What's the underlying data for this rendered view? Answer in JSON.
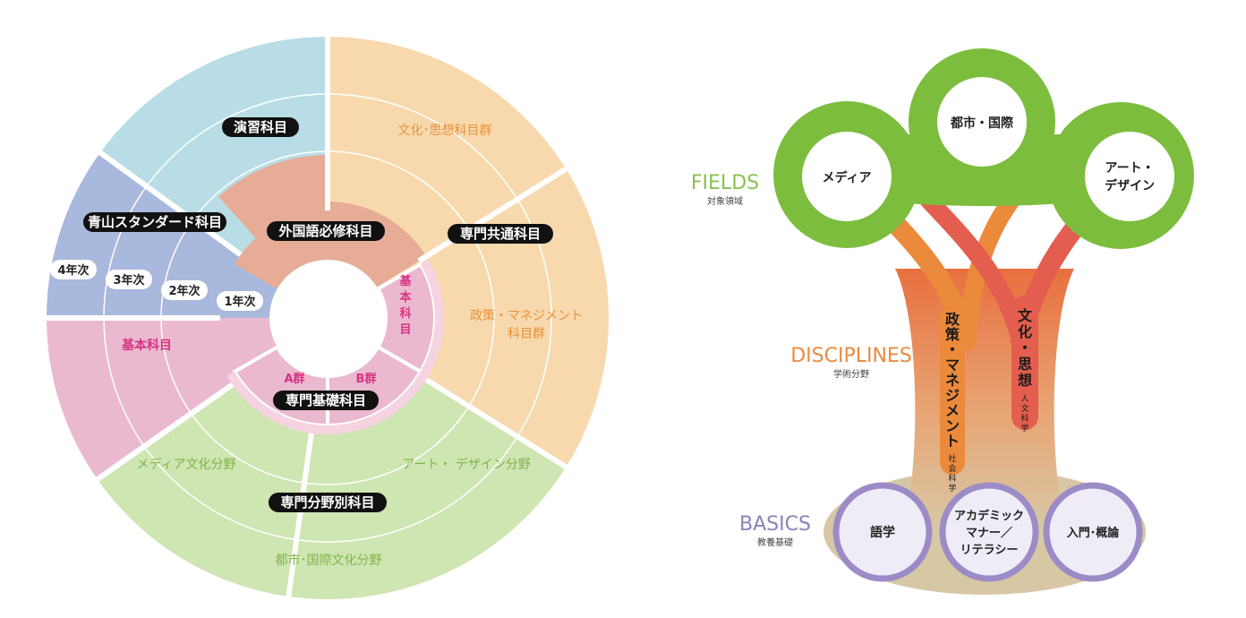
{
  "wheel": {
    "center_labels": {
      "gaikokugo": "外国語必修科目",
      "kihon_inner": "基本科目",
      "a_group": "A群",
      "b_group": "B群",
      "senmon_kiso": "専門基礎科目"
    },
    "ring_years": [
      "1年次",
      "2年次",
      "3年次",
      "4年次"
    ],
    "sectors": {
      "enshu": "演習科目",
      "aoyama": "青山スタンダード科目",
      "kihon": "基本科目",
      "bunka_shiso": "文化･思想科目群",
      "senmon_kyotsu": "専門共通科目",
      "seisaku_1": "政策・マネジメント",
      "seisaku_2": "科目群",
      "media": "メディア文化分野",
      "art": "アート・ デザイン分野",
      "bunyabetsu": "専門分野別科目",
      "toshi": "都市･国際文化分野"
    },
    "colors": {
      "blue_light": "#b9dde6",
      "blue_periwinkle": "#a9b8dd",
      "pink": "#ebb9cf",
      "green": "#cfe5b2",
      "peach": "#f8d9ae",
      "salmon": "#e6ac96",
      "magenta_text": "#d63384",
      "orange_text": "#e8913a",
      "green_text": "#7fb54a"
    }
  },
  "tree": {
    "fields_title": "FIELDS",
    "fields_sub": "対象領域",
    "disciplines_title": "DISCIPLINES",
    "disciplines_sub": "学術分野",
    "basics_title": "BASICS",
    "basics_sub": "教養基礎",
    "field_circles": {
      "media": "メディア",
      "toshi": "都市・国際",
      "art_1": "アート・",
      "art_2": "デザイン"
    },
    "trunk_left": {
      "chars": [
        "政",
        "策",
        "・",
        "マ",
        "ネ",
        "ジ",
        "メ",
        "ン",
        "ト"
      ],
      "sub": [
        "社",
        "会",
        "科",
        "学"
      ]
    },
    "trunk_right": {
      "chars": [
        "文",
        "化",
        "・",
        "思",
        "想"
      ],
      "sub": [
        "人",
        "文",
        "科",
        "学"
      ]
    },
    "basic_circles": {
      "gogaku": "語学",
      "academic_1": "アカデミック",
      "academic_2": "マナー／",
      "academic_3": "リテラシー",
      "nyumon": "入門･概論"
    },
    "colors": {
      "green": "#7cbd3e",
      "orange": "#ec8a3c",
      "red": "#e35e4e",
      "tan": "#d8c7a5",
      "purple": "#9b8cc7",
      "purple_fill": "#efecf7",
      "fields_text": "#8ac150",
      "disc_text": "#ec8a3c",
      "basics_text": "#8f7fb8"
    }
  }
}
